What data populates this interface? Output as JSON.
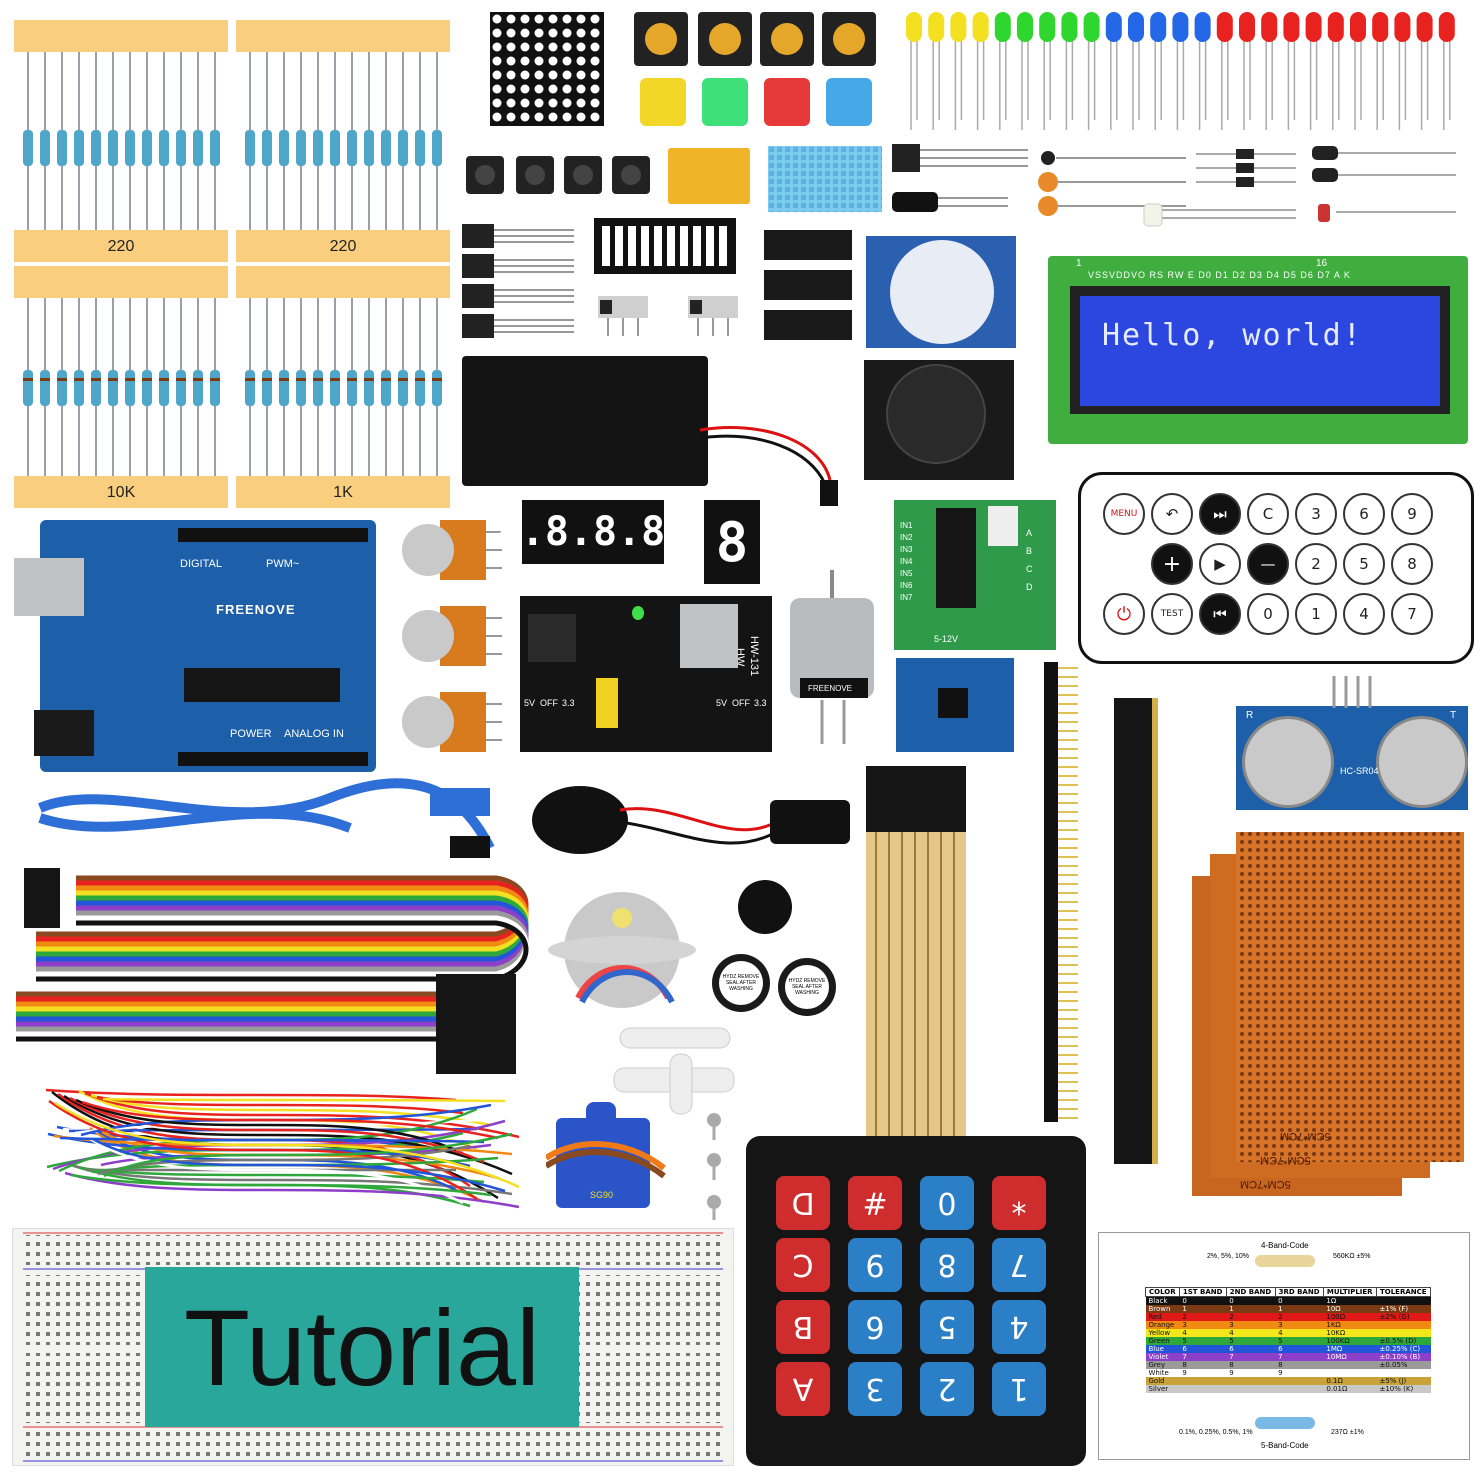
{
  "resistors": {
    "labels": [
      "220",
      "220",
      "10K",
      "1K"
    ]
  },
  "lcd": {
    "text": "Hello, world!",
    "pin_labels": "VSSVDDVO RS RW E D0 D1 D2 D3 D4 D5 D6 D7 A K",
    "pin_first": "1",
    "pin_last": "16"
  },
  "arduino": {
    "brand": "FREENOVE",
    "digital_label": "DIGITAL",
    "pwm_label": "PWM~",
    "power_label": "POWER",
    "analog_label": "ANALOG IN"
  },
  "seven_segment": {
    "four_digit": "8.8.8.8.",
    "single_digit": "8"
  },
  "power_module": {
    "model_line1": "HW-131",
    "model_line2": "HW",
    "left_5v": "5V",
    "left_off": "OFF",
    "left_33": "3.3",
    "right_5v": "5V",
    "right_off": "OFF",
    "right_33": "3.3"
  },
  "motor_driver": {
    "inputs": [
      "IN1",
      "IN2",
      "IN3",
      "IN4",
      "IN5",
      "IN6",
      "IN7"
    ],
    "leds": [
      "A",
      "B",
      "C",
      "D"
    ],
    "voltage": "5-12V"
  },
  "remote": {
    "keys_row1": [
      "MENU",
      "↶",
      "⏭",
      "C",
      "3",
      "6",
      "9"
    ],
    "keys_row2": [
      "+",
      "▶",
      "—",
      "2",
      "5",
      "8"
    ],
    "keys_row3": [
      "⏻",
      "TEST",
      "⏮",
      "0",
      "1",
      "4",
      "7"
    ]
  },
  "dc_motor": {
    "brand": "FREENOVE"
  },
  "ultrasonic": {
    "label": "HC-SR04",
    "pin_r": "R",
    "pin_t": "T"
  },
  "keypad": {
    "keys": [
      "D",
      "#",
      "0",
      "*",
      "C",
      "9",
      "8",
      "7",
      "B",
      "6",
      "5",
      "4",
      "A",
      "3",
      "2",
      "1"
    ],
    "colors": [
      "#cf2d2d",
      "#cf2d2d",
      "#2b7fc6",
      "#cf2d2d",
      "#cf2d2d",
      "#2b7fc6",
      "#2b7fc6",
      "#2b7fc6",
      "#cf2d2d",
      "#2b7fc6",
      "#2b7fc6",
      "#2b7fc6",
      "#cf2d2d",
      "#2b7fc6",
      "#2b7fc6",
      "#2b7fc6"
    ]
  },
  "breadboard": {
    "tutorial": "Tutorial"
  },
  "servo": {
    "model": "SG90"
  },
  "buzzer": {
    "sticker": "HYDZ REMOVE SEAL AFTER WASHING"
  },
  "perfboard": {
    "label": "5CM*7CM"
  },
  "color_chart": {
    "title_4band": "4-Band-Code",
    "title_5band": "5-Band-Code",
    "tol_left": "2%, 5%, 10%",
    "example_4": "560KΩ ±5%",
    "tol_bottom": "0.1%, 0.25%, 0.5%, 1%",
    "example_5": "237Ω ±1%",
    "headers": [
      "COLOR",
      "1ST BAND",
      "2ND BAND",
      "3RD BAND",
      "MULTIPLIER",
      "TOLERANCE"
    ],
    "rows": [
      {
        "name": "Black",
        "b1": "0",
        "b2": "0",
        "b3": "0",
        "mult": "1Ω",
        "tol": "",
        "color": "#111111"
      },
      {
        "name": "Brown",
        "b1": "1",
        "b2": "1",
        "b3": "1",
        "mult": "10Ω",
        "tol": "±1%   (F)",
        "color": "#7a3b12"
      },
      {
        "name": "Red",
        "b1": "2",
        "b2": "2",
        "b3": "2",
        "mult": "100Ω",
        "tol": "±2%   (G)",
        "color": "#e01818"
      },
      {
        "name": "Orange",
        "b1": "3",
        "b2": "3",
        "b3": "3",
        "mult": "1KΩ",
        "tol": "",
        "color": "#f08a12"
      },
      {
        "name": "Yellow",
        "b1": "4",
        "b2": "4",
        "b3": "4",
        "mult": "10KΩ",
        "tol": "",
        "color": "#f3e61a"
      },
      {
        "name": "Green",
        "b1": "5",
        "b2": "5",
        "b3": "5",
        "mult": "100KΩ",
        "tol": "±0.5%  (D)",
        "color": "#2ea83a"
      },
      {
        "name": "Blue",
        "b1": "6",
        "b2": "6",
        "b3": "6",
        "mult": "1MΩ",
        "tol": "±0.25% (C)",
        "color": "#2355d8"
      },
      {
        "name": "Violet",
        "b1": "7",
        "b2": "7",
        "b3": "7",
        "mult": "10MΩ",
        "tol": "±0.10% (B)",
        "color": "#8e3fc9"
      },
      {
        "name": "Grey",
        "b1": "8",
        "b2": "8",
        "b3": "8",
        "mult": "",
        "tol": "±0.05%",
        "color": "#9a9a9a"
      },
      {
        "name": "White",
        "b1": "9",
        "b2": "9",
        "b3": "9",
        "mult": "",
        "tol": "",
        "color": "#ffffff"
      },
      {
        "name": "Gold",
        "b1": "",
        "b2": "",
        "b3": "",
        "mult": "0.1Ω",
        "tol": "±5%   (J)",
        "color": "#c9a23a"
      },
      {
        "name": "Silver",
        "b1": "",
        "b2": "",
        "b3": "",
        "mult": "0.01Ω",
        "tol": "±10%  (K)",
        "color": "#c8c8c8"
      }
    ]
  },
  "colors": {
    "tape": "#f9cf7f",
    "pcb_blue": "#1d5fa8",
    "lcd_blue": "#2c47e0",
    "breadboard_teal": "#2aa79b",
    "perf_orange": "#c8651f"
  }
}
